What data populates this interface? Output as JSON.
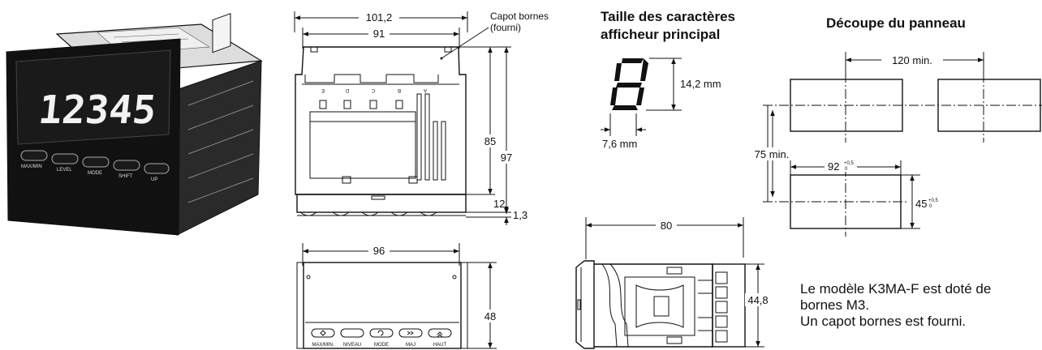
{
  "headings": {
    "char_size": [
      "Taille des caractères",
      "afficheur principal"
    ],
    "panel_cutout": "Découpe du panneau"
  },
  "front_photo": {
    "display_value": "12345",
    "buttons": [
      "MAX/MIN",
      "LEVEL",
      "MODE",
      "SHIFT",
      "UP"
    ]
  },
  "top_view": {
    "cover_label": [
      "Capot bornes",
      "(fourni)"
    ],
    "dim_overall_width": "101,2",
    "dim_body_width": "91",
    "dim_height_85": "85",
    "dim_height_97": "97",
    "dim_12": "12",
    "dim_1_3": "1,3",
    "terminal_letters": [
      "E",
      "D",
      "C",
      "B",
      "A"
    ]
  },
  "front_view": {
    "dim_width": "96",
    "dim_height": "48",
    "button_labels": [
      "MAX/MIN.",
      "NIVEAU",
      "MODE",
      "MAJ",
      "HAUT"
    ]
  },
  "side_view": {
    "dim_depth": "80",
    "dim_height": "44,8"
  },
  "char_size": {
    "height": "14,2 mm",
    "width": "7,6 mm"
  },
  "cutout": {
    "spacing_horizontal": "120 min.",
    "spacing_vertical": "75 min.",
    "width": "92",
    "width_tol": "+0,5\n0",
    "height": "45",
    "height_tol": "+0,5\n0"
  },
  "note": [
    "Le modèle K3MA-F est doté de",
    "bornes M3.",
    "Un capot bornes est fourni."
  ]
}
